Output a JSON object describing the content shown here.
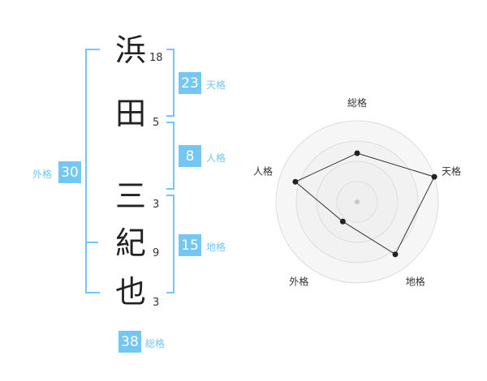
{
  "name": {
    "chars": [
      {
        "char": "浜",
        "strokes": "18"
      },
      {
        "char": "田",
        "strokes": "5"
      },
      {
        "char": "三",
        "strokes": "3"
      },
      {
        "char": "紀",
        "strokes": "9"
      },
      {
        "char": "也",
        "strokes": "3"
      }
    ]
  },
  "kakusu": {
    "tenkaku": {
      "value": "23",
      "label": "天格"
    },
    "jinkaku": {
      "value": "8",
      "label": "人格"
    },
    "chikaku": {
      "value": "15",
      "label": "地格"
    },
    "gaikaku": {
      "value": "30",
      "label": "外格"
    },
    "soukaku": {
      "value": "38",
      "label": "総格"
    }
  },
  "chart_data": {
    "type": "radar",
    "axes": [
      "総格",
      "天格",
      "地格",
      "外格",
      "人格"
    ],
    "values": [
      3,
      5,
      4,
      1.5,
      4
    ],
    "rmax": 5,
    "rings": 4,
    "colors": {
      "ring_fill": "#eeeeee",
      "line": "#333333",
      "dot": "#222222",
      "center": "#c8c8c8"
    }
  }
}
